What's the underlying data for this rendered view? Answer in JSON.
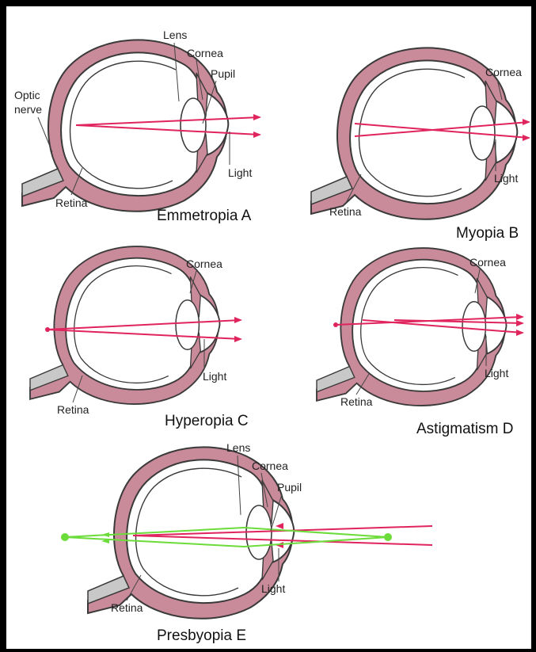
{
  "colors": {
    "wall": "#c98a9a",
    "outline": "#3a3a3a",
    "ray_red": "#e0245e",
    "ray_green": "#6bdc3a",
    "nerve": "#c8c8c8"
  },
  "diagrams": [
    {
      "title": "Emmetropia  A",
      "labels": {
        "lens": "Lens",
        "cornea": "Cornea",
        "pupil": "Pupil",
        "optic": "Optic",
        "nerve": "nerve",
        "retina": "Retina",
        "light": "Light"
      }
    },
    {
      "title": "Myopia  B",
      "labels": {
        "cornea": "Cornea",
        "retina": "Retina",
        "light": "Light"
      }
    },
    {
      "title": "Hyperopia  C",
      "labels": {
        "cornea": "Cornea",
        "retina": "Retina",
        "light": "Light"
      }
    },
    {
      "title": "Astigmatism  D",
      "labels": {
        "cornea": "Cornea",
        "retina": "Retina",
        "light": "Light"
      }
    },
    {
      "title": "Presbyopia  E",
      "labels": {
        "lens": "Lens",
        "cornea": "Cornea",
        "pupil": "Pupil",
        "retina": "Retina",
        "light": "Light"
      }
    }
  ]
}
